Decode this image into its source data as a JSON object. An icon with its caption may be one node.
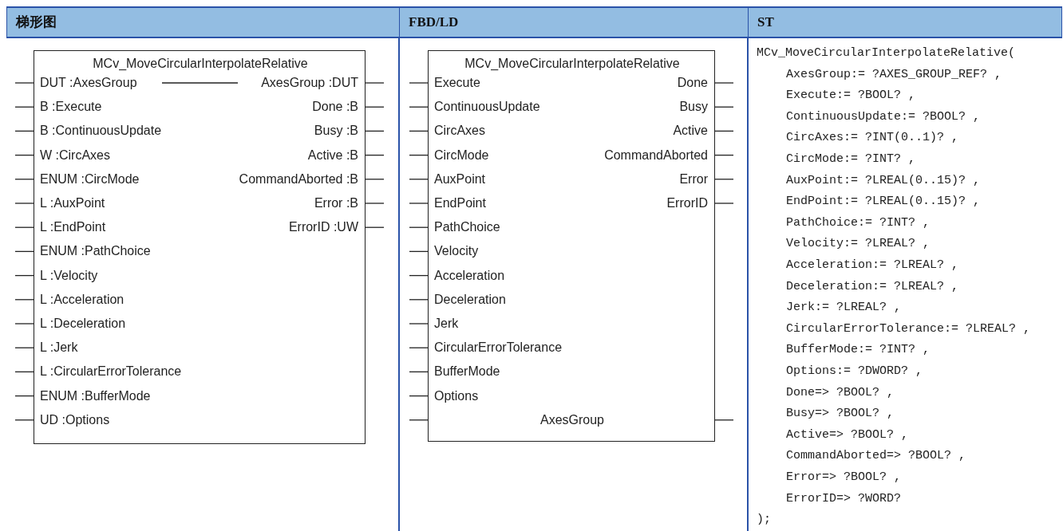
{
  "diagram": {
    "nodes": [
      {
        "text": [
          "MCv_MoveCircularInterpolateRelative",
          "DUT :AxesGroup",
          "AxesGroup :DUT",
          "B :Execute",
          "Done :B",
          "B :ContinuousUpdate",
          "Busy :B",
          "W :CircAxes",
          "Active :B",
          "ENUM :CircMode",
          "CommandAborted :B",
          "L :AuxPoint",
          "Error :B",
          "L :EndPoint",
          "ErrorID :UW",
          "ENUM :PathChoice",
          "L :Velocity",
          "L :Acceleration",
          "L :Deceleration",
          "L :Jerk",
          "L :CircularErrorTolerance",
          "ENUM :BufferMode",
          "UD :Options"
        ]
      },
      {
        "text": [
          "MCv_MoveCircularInterpolateRelative",
          "Execute",
          "Done",
          "ContinuousUpdate",
          "Busy",
          "CircAxes",
          "Active",
          "CircMode",
          "CommandAborted",
          "AuxPoint",
          "Error",
          "EndPoint",
          "ErrorID",
          "PathChoice",
          "Velocity",
          "Acceleration",
          "Deceleration",
          "Jerk",
          "CircularErrorTolerance",
          "BufferMode",
          "Options",
          "AxesGroup"
        ]
      }
    ],
    "labels": [
      "梯形图",
      "FBD/LD",
      "ST",
      "MCv_MoveCircularInterpolateRelative(",
      "AxesGroup:= ?AXES_GROUP_REF? ,",
      "Execute:= ?BOOL? ,",
      "ContinuousUpdate:= ?BOOL? ,",
      "CircAxes:= ?INT(0..1)? ,",
      "CircMode:= ?INT? ,",
      "AuxPoint:= ?LREAL(0..15)? ,",
      "EndPoint:= ?LREAL(0..15)? ,",
      "PathChoice:= ?INT? ,",
      "Velocity:= ?LREAL? ,",
      "Acceleration:= ?LREAL? ,",
      "Deceleration:= ?LREAL? ,",
      "Jerk:= ?LREAL? ,",
      "CircularErrorTolerance:= ?LREAL? ,",
      "BufferMode:= ?INT? ,",
      "Options:= ?DWORD? ,",
      "Done=> ?BOOL? ,",
      "Busy=> ?BOOL? ,",
      "Active=> ?BOOL? ,",
      "CommandAborted=> ?BOOL? ,",
      "Error=> ?BOOL? ,",
      "ErrorID=> ?WORD?",
      ");"
    ]
  }
}
